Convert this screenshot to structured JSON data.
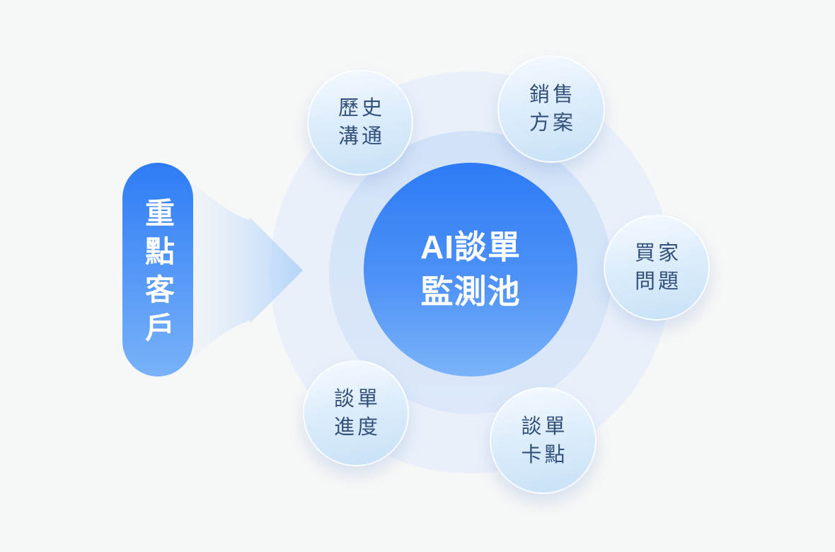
{
  "diagram": {
    "source_pill": {
      "label": "重點客戶"
    },
    "arrow": {
      "icon": "right-arrow"
    },
    "center_node": {
      "lines": [
        "AI談單",
        "監測池"
      ]
    },
    "satellites": [
      {
        "id": "history-communication",
        "lines": [
          "歷史",
          "溝通"
        ]
      },
      {
        "id": "sales-plan",
        "lines": [
          "銷售",
          "方案"
        ]
      },
      {
        "id": "buyer-questions",
        "lines": [
          "買家",
          "問題"
        ]
      },
      {
        "id": "deal-progress",
        "lines": [
          "談單",
          "進度"
        ]
      },
      {
        "id": "deal-sticking-points",
        "lines": [
          "談單",
          "卡點"
        ]
      }
    ],
    "colors": {
      "page_background": "#f6f7f7",
      "primary_gradient_top": "#2e7cf5",
      "primary_gradient_bottom": "#7ab3f9",
      "outer_ring": "#e9f0fa",
      "inner_ring": "#d4e3f8",
      "satellite_gradient_start": "#f3f9fe",
      "satellite_gradient_end": "#c7e1f7",
      "satellite_text": "#33517a",
      "arrow_tip": "#b4d5f8",
      "center_text": "#ffffff"
    }
  }
}
